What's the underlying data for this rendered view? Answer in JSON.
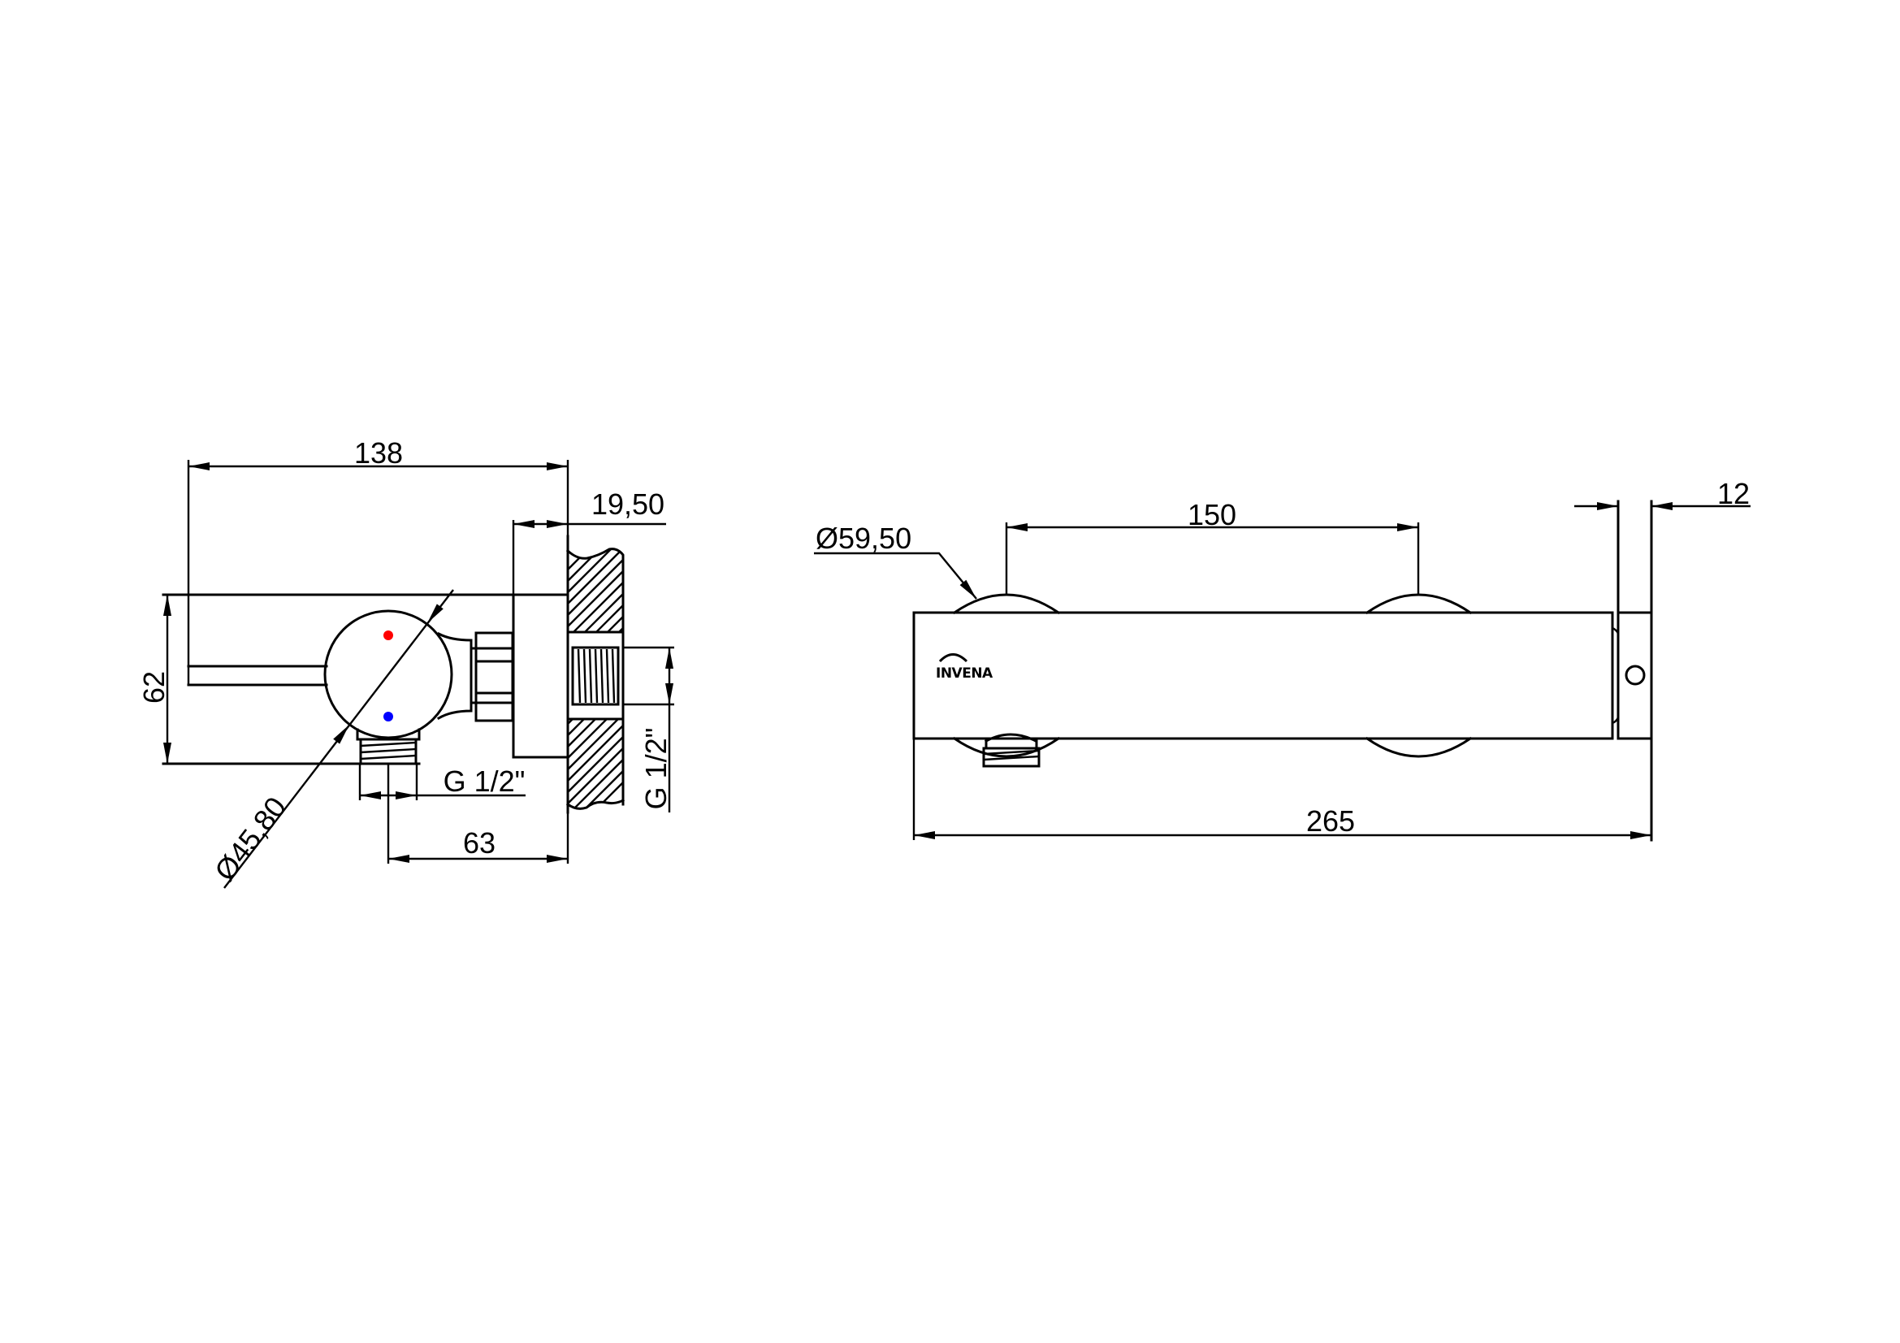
{
  "drawing": {
    "colors": {
      "line": "#000000",
      "hot_marker": "#ff0000",
      "cold_marker": "#0000ff",
      "background": "#ffffff"
    },
    "side_view": {
      "dim_overall_length": "138",
      "dim_flange_depth": "19,50",
      "dim_height": "62",
      "dim_knob_diameter": "Ø45,80",
      "dim_outlet_thread": "G 1/2\"",
      "dim_outlet_to_wall": "63",
      "dim_wall_thread": "G 1/2\""
    },
    "front_view": {
      "dim_cap_diameter": "Ø59,50",
      "dim_connection_spacing": "150",
      "dim_overall_width": "265",
      "dim_plate_thickness": "12",
      "logo_text": "INVENA"
    }
  }
}
